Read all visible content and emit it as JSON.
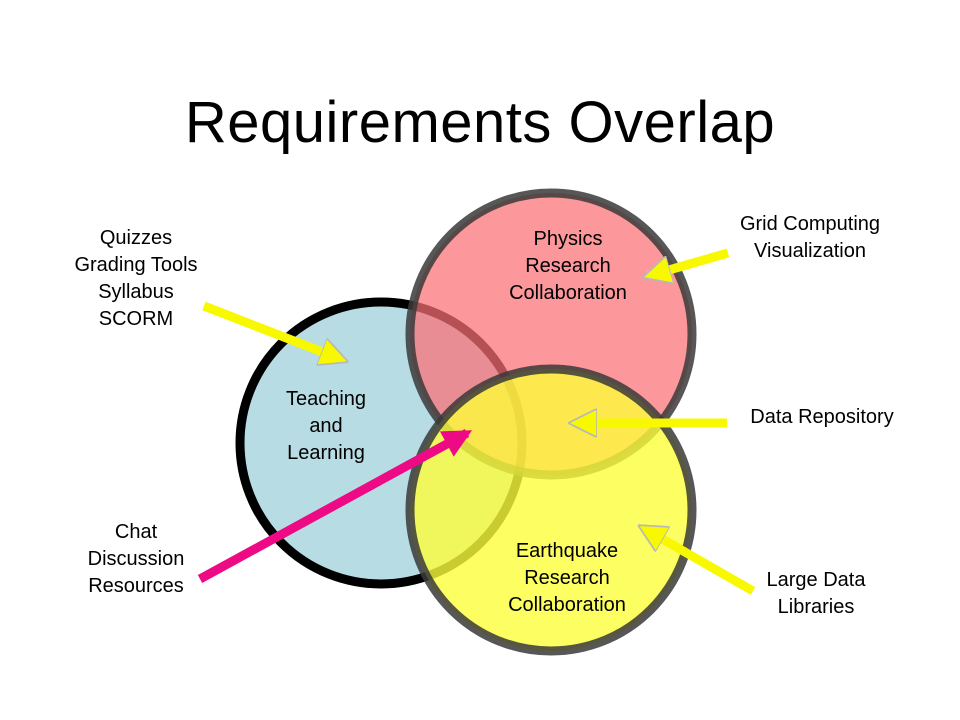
{
  "title": "Requirements Overlap",
  "colors": {
    "teaching_fill": "#b7dce3",
    "physics_fill": "#fb8f93",
    "earthquake_fill": "#fdfe58",
    "teaching_stroke": "#000000",
    "physics_stroke": "#444444",
    "earthquake_stroke": "#444444",
    "yellow_arrow": "#f8f800",
    "magenta_arrow": "#ee0a84"
  },
  "sets": {
    "teaching": {
      "lines": [
        "Teaching",
        "and",
        "Learning"
      ]
    },
    "physics": {
      "lines": [
        "Physics",
        "Research",
        "Collaboration"
      ]
    },
    "earthquake": {
      "lines": [
        "Earthquake",
        "Research",
        "Collaboration"
      ]
    }
  },
  "callouts": {
    "quizzes": {
      "lines": [
        "Quizzes",
        "Grading Tools",
        "Syllabus",
        "SCORM"
      ],
      "arrow_color": "yellow",
      "points_to": "teaching"
    },
    "grid": {
      "lines": [
        "Grid Computing",
        "Visualization"
      ],
      "arrow_color": "yellow",
      "points_to": "physics"
    },
    "data_repo": {
      "lines": [
        "Data Repository"
      ],
      "arrow_color": "yellow",
      "points_to": "physics-earthquake overlap"
    },
    "chat": {
      "lines": [
        "Chat",
        "Discussion",
        "Resources"
      ],
      "arrow_color": "magenta",
      "points_to": "center overlap"
    },
    "large_data": {
      "lines": [
        "Large Data",
        "Libraries"
      ],
      "arrow_color": "yellow",
      "points_to": "earthquake"
    }
  }
}
